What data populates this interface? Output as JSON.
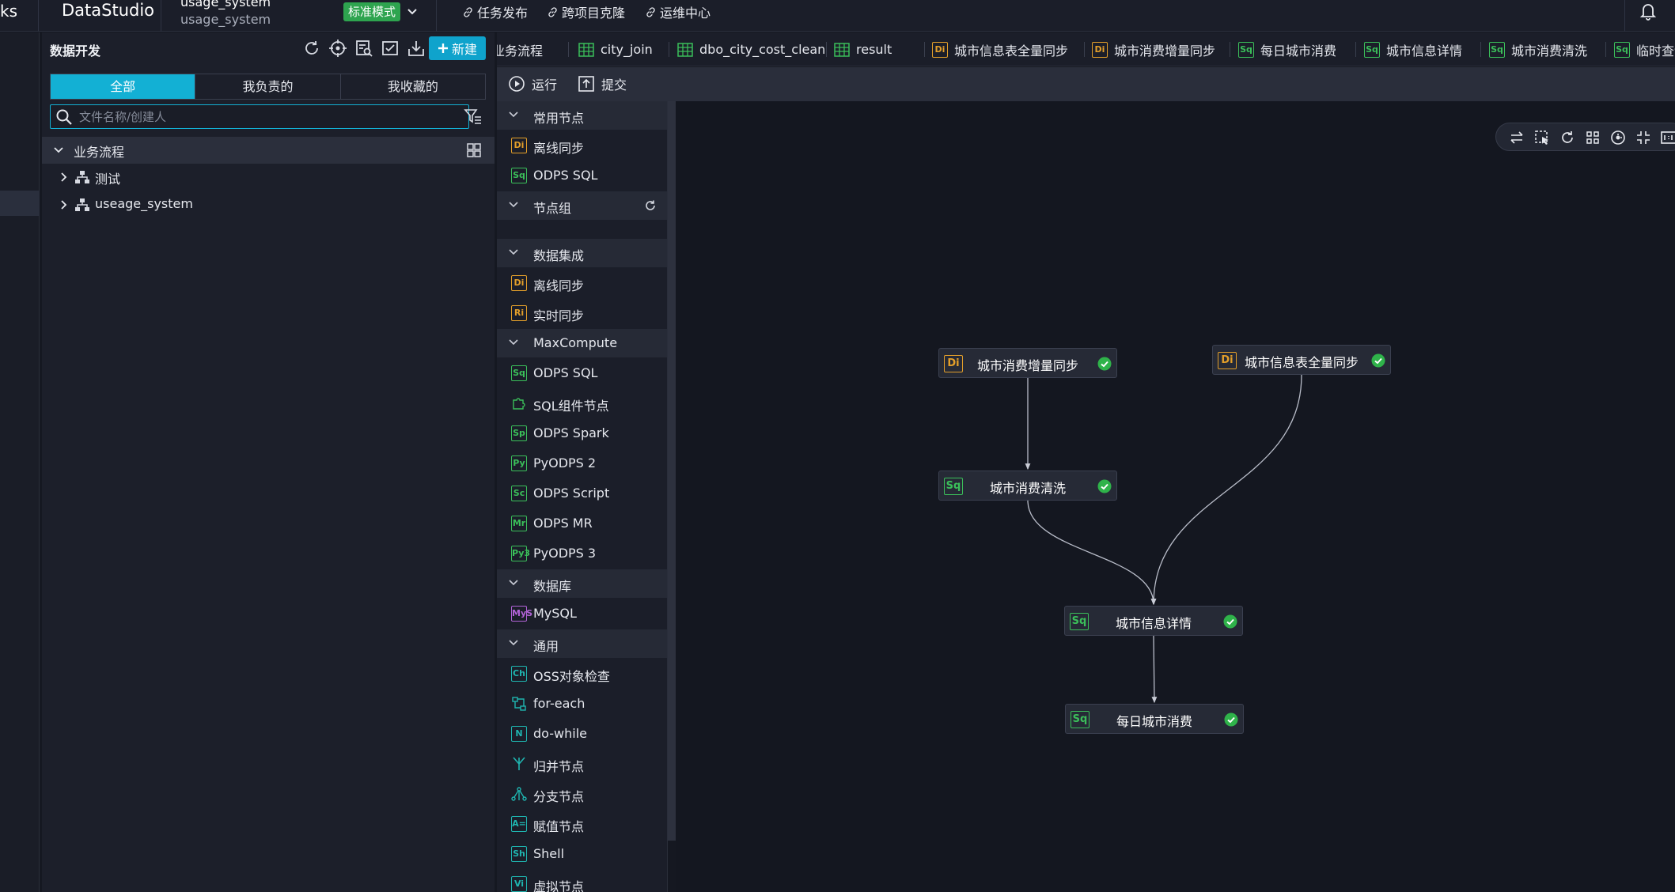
{
  "app": {
    "brand_cut": "ks",
    "brand": "DataStudio",
    "workspace_name": "usage_system",
    "workspace_sub": "usage_system",
    "mode_badge": "标准模式",
    "top_links": [
      "任务发布",
      "跨项目克隆",
      "运维中心"
    ]
  },
  "panel": {
    "title": "数据开发",
    "new_label": "新建",
    "segments": [
      "全部",
      "我负责的",
      "我收藏的"
    ],
    "active_segment": "全部",
    "search_placeholder": "文件名称/创建人",
    "tree": {
      "root": "业务流程",
      "items": [
        "测试",
        "useage_system"
      ]
    }
  },
  "tabs": [
    {
      "label": "业务流程",
      "icon": "none"
    },
    {
      "label": "city_join",
      "icon": "table-icon"
    },
    {
      "label": "dbo_city_cost_clean",
      "icon": "table-icon"
    },
    {
      "label": "result",
      "icon": "table-icon"
    },
    {
      "label": "城市信息表全量同步",
      "icon": "Di"
    },
    {
      "label": "城市消费增量同步",
      "icon": "Di"
    },
    {
      "label": "每日城市消费",
      "icon": "Sq"
    },
    {
      "label": "城市信息详情",
      "icon": "Sq"
    },
    {
      "label": "城市消费清洗",
      "icon": "Sq"
    },
    {
      "label": "临时查询",
      "icon": "Sq"
    }
  ],
  "toolbar": {
    "run": "运行",
    "submit": "提交"
  },
  "palette": {
    "groups": [
      {
        "title": "常用节点",
        "items": [
          {
            "icon": "Di",
            "kind": "di",
            "label": "离线同步"
          },
          {
            "icon": "Sq",
            "kind": "sq",
            "label": "ODPS SQL"
          }
        ]
      },
      {
        "title": "节点组",
        "items": []
      },
      {
        "title": "数据集成",
        "items": [
          {
            "icon": "Di",
            "kind": "di",
            "label": "离线同步"
          },
          {
            "icon": "Ri",
            "kind": "ri",
            "label": "实时同步"
          }
        ]
      },
      {
        "title": "MaxCompute",
        "items": [
          {
            "icon": "Sq",
            "kind": "sq",
            "label": "ODPS SQL"
          },
          {
            "icon": "",
            "kind": "puzzle",
            "label": "SQL组件节点"
          },
          {
            "icon": "Sp",
            "kind": "sq",
            "label": "ODPS Spark"
          },
          {
            "icon": "Py",
            "kind": "sq",
            "label": "PyODPS 2"
          },
          {
            "icon": "Sc",
            "kind": "sq",
            "label": "ODPS Script"
          },
          {
            "icon": "Mr",
            "kind": "sq",
            "label": "ODPS MR"
          },
          {
            "icon": "Py3",
            "kind": "sq",
            "label": "PyODPS 3"
          }
        ]
      },
      {
        "title": "数据库",
        "items": [
          {
            "icon": "MyS",
            "kind": "my",
            "label": "MySQL"
          }
        ]
      },
      {
        "title": "通用",
        "items": [
          {
            "icon": "Ch",
            "kind": "cy",
            "label": "OSS对象检查"
          },
          {
            "icon": "",
            "kind": "foreach",
            "label": "for-each"
          },
          {
            "icon": "N",
            "kind": "cy",
            "label": "do-while"
          },
          {
            "icon": "",
            "kind": "merge",
            "label": "归并节点"
          },
          {
            "icon": "",
            "kind": "branch",
            "label": "分支节点"
          },
          {
            "icon": "A=",
            "kind": "cy",
            "label": "赋值节点"
          },
          {
            "icon": "Sh",
            "kind": "cy",
            "label": "Shell"
          },
          {
            "icon": "Vi",
            "kind": "cy",
            "label": "虚拟节点"
          }
        ]
      }
    ]
  },
  "graph": {
    "nodes": [
      {
        "id": "n1",
        "icon": "Di",
        "kind": "di",
        "label": "城市消费增量同步",
        "status": "success"
      },
      {
        "id": "n2",
        "icon": "Di",
        "kind": "di",
        "label": "城市信息表全量同步",
        "status": "success"
      },
      {
        "id": "n3",
        "icon": "Sq",
        "kind": "sq",
        "label": "城市消费清洗",
        "status": "success"
      },
      {
        "id": "n4",
        "icon": "Sq",
        "kind": "sq",
        "label": "城市信息详情",
        "status": "success"
      },
      {
        "id": "n5",
        "icon": "Sq",
        "kind": "sq",
        "label": "每日城市消费",
        "status": "success"
      }
    ],
    "edges": [
      [
        "n1",
        "n3"
      ],
      [
        "n3",
        "n4"
      ],
      [
        "n2",
        "n4"
      ],
      [
        "n4",
        "n5"
      ]
    ]
  },
  "colors": {
    "accent": "#13b0d4",
    "badge_green": "#2ea44f",
    "di_orange": "#e39f2a",
    "sq_green": "#3bbf5a",
    "success_green": "#2fb34a"
  }
}
